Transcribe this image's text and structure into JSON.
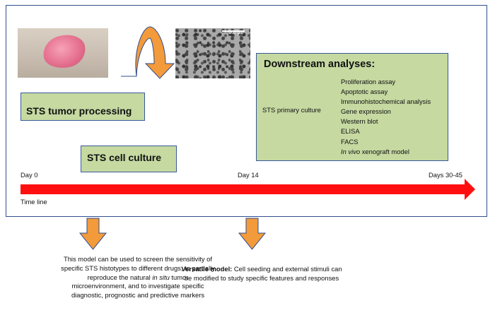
{
  "photos": {
    "micro_scale_label": "200 µm"
  },
  "boxes": {
    "processing": "STS tumor processing",
    "culture": "STS cell culture",
    "downstream_title": "Downstream analyses:",
    "sts_primary": "STS primary culture",
    "analyses": [
      "Proliferation assay",
      "Apoptotic assay",
      "Immunohistochemical analysis",
      "Gene expression",
      "Western blot",
      "ELISA",
      "FACS"
    ],
    "analysis_last_italic": "In vivo",
    "analysis_last_rest": " xenograft model"
  },
  "timeline": {
    "day0": "Day 0",
    "day14": "Day 14",
    "day_end": "Days 30-45",
    "label": "Time line"
  },
  "captions": {
    "left_1": "This model can be used to screen the sensitivity of specific STS histotypes to different drugs, to partially reproduce the natural ",
    "left_italic": "in situ",
    "left_2": " tumor microenvironment, and to investigate specific diagnostic, prognostic and predictive markers",
    "right_bold": "Versatile model:",
    "right_rest": "  Cell seeding and external stimuli can be modified to study specific features and responses"
  },
  "colors": {
    "orange_arrow": "#f39a3a",
    "red_timeline": "#ff1010",
    "box_fill": "#c5d9a1",
    "box_border": "#3a5a9a",
    "frame_border": "#2f4f8f"
  }
}
